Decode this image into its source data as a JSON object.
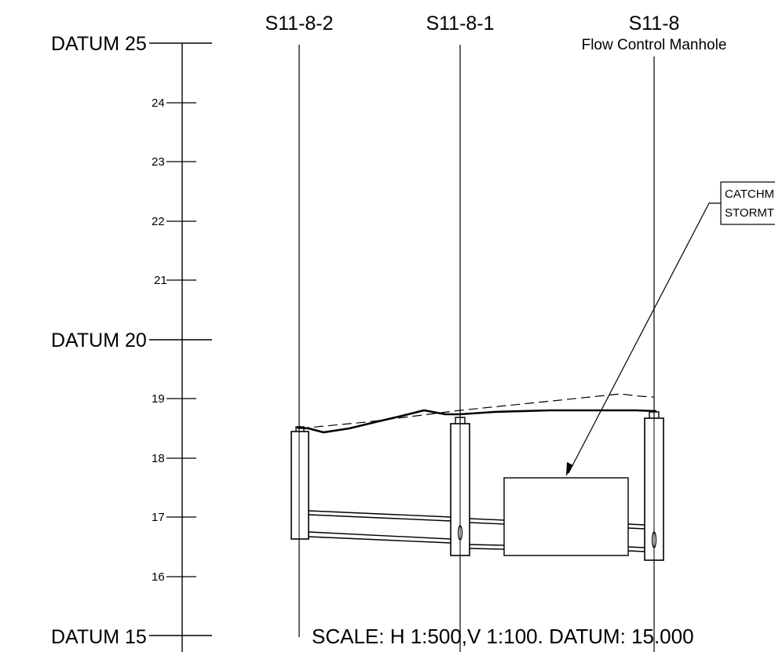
{
  "datum_labels": [
    "DATUM 25",
    "DATUM 20",
    "DATUM 15"
  ],
  "tick_labels": [
    "24",
    "23",
    "22",
    "21",
    "19",
    "18",
    "17",
    "16"
  ],
  "manholes": [
    {
      "id": "S11-8-2",
      "subtitle": ""
    },
    {
      "id": "S11-8-1",
      "subtitle": ""
    },
    {
      "id": "S11-8",
      "subtitle": "Flow Control Manhole"
    }
  ],
  "callout": {
    "line1": "CATCHM",
    "line2": "STORMT"
  },
  "scale_note": "SCALE: H 1:500,V 1:100. DATUM: 15.000",
  "colors": {
    "ink": "#000000",
    "background": "#ffffff"
  }
}
